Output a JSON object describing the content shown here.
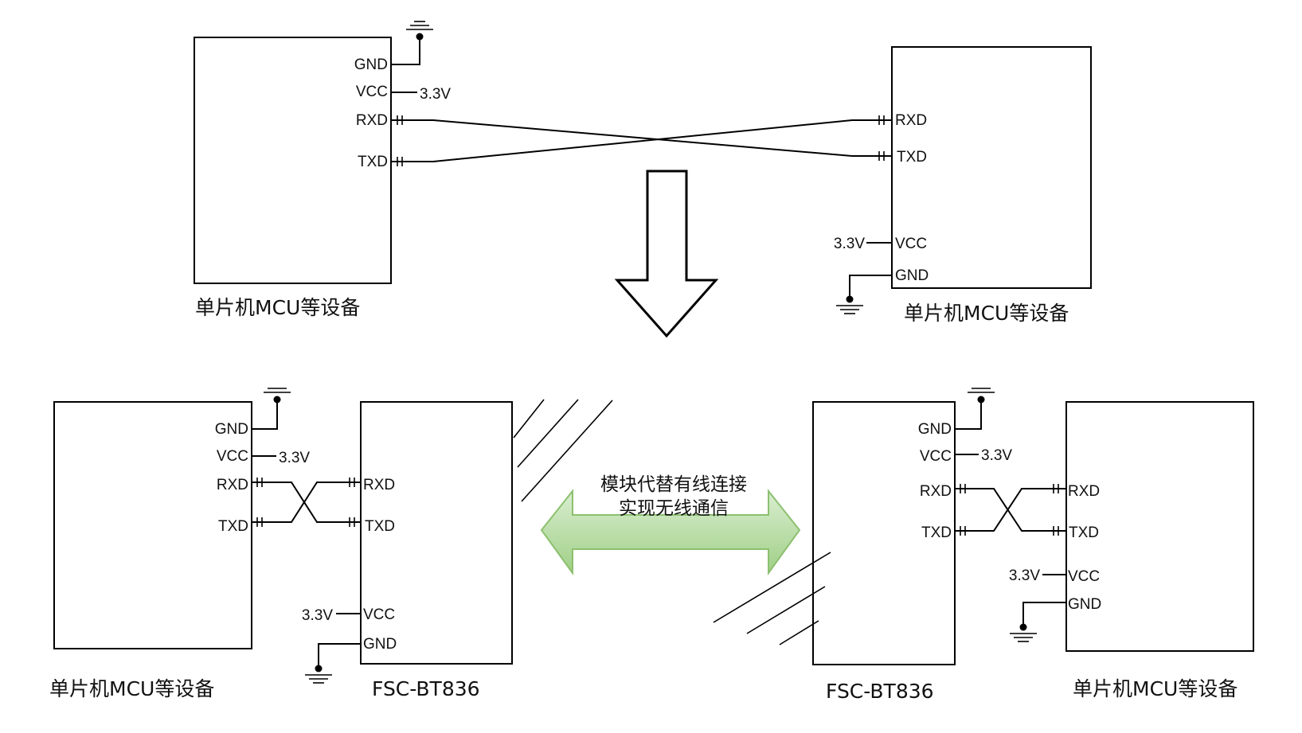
{
  "pins": {
    "gnd": "GND",
    "vcc": "VCC",
    "rxd": "RXD",
    "txd": "TXD",
    "v33": "3.3V"
  },
  "labels": {
    "mcu_device": "单片机MCU等设备",
    "module": "FSC-BT836"
  },
  "annotation": {
    "line1": "模块代替有线连接",
    "line2": "实现无线通信"
  },
  "colors": {
    "arrow_fill_top": "#d4ebc8",
    "arrow_fill_bottom": "#a3d18a",
    "arrow_stroke": "#8cc06f",
    "line": "#000000"
  }
}
